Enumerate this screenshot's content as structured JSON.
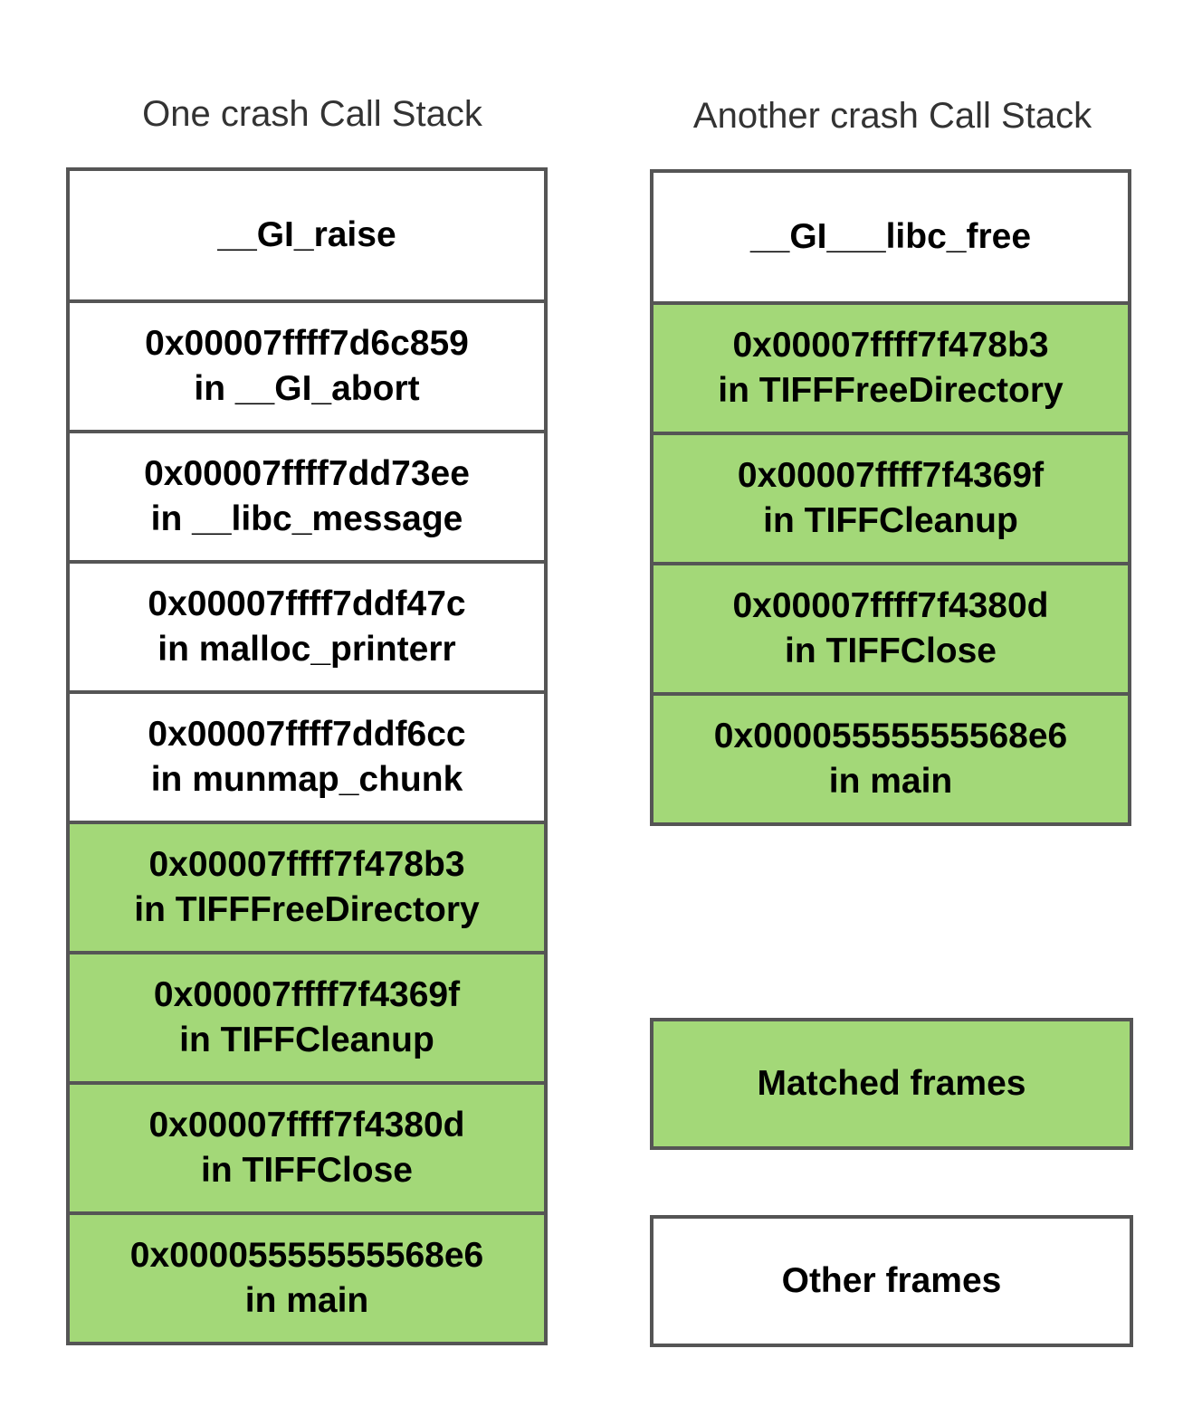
{
  "left_stack": {
    "title": "One crash Call Stack",
    "frames": [
      {
        "line1": "__GI_raise",
        "line2": "",
        "matched": false
      },
      {
        "line1": "0x00007ffff7d6c859",
        "line2": "in __GI_abort",
        "matched": false
      },
      {
        "line1": "0x00007ffff7dd73ee",
        "line2": "in __libc_message",
        "matched": false
      },
      {
        "line1": "0x00007ffff7ddf47c",
        "line2": "in malloc_printerr",
        "matched": false
      },
      {
        "line1": "0x00007ffff7ddf6cc",
        "line2": "in munmap_chunk",
        "matched": false
      },
      {
        "line1": "0x00007ffff7f478b3",
        "line2": "in TIFFFreeDirectory",
        "matched": true
      },
      {
        "line1": "0x00007ffff7f4369f",
        "line2": "in TIFFCleanup",
        "matched": true
      },
      {
        "line1": "0x00007ffff7f4380d",
        "line2": "in TIFFClose",
        "matched": true
      },
      {
        "line1": "0x00005555555568e6",
        "line2": "in main",
        "matched": true
      }
    ]
  },
  "right_stack": {
    "title": "Another crash Call Stack",
    "frames": [
      {
        "line1": "__GI___libc_free",
        "line2": "",
        "matched": false
      },
      {
        "line1": "0x00007ffff7f478b3",
        "line2": "in TIFFFreeDirectory",
        "matched": true
      },
      {
        "line1": "0x00007ffff7f4369f",
        "line2": "in TIFFCleanup",
        "matched": true
      },
      {
        "line1": "0x00007ffff7f4380d",
        "line2": "in TIFFClose",
        "matched": true
      },
      {
        "line1": "0x00005555555568e6",
        "line2": "in main",
        "matched": true
      }
    ]
  },
  "legend": {
    "matched_label": "Matched frames",
    "other_label": "Other frames"
  },
  "colors": {
    "matched": "#a3d878",
    "other": "#ffffff",
    "border": "#555555"
  }
}
